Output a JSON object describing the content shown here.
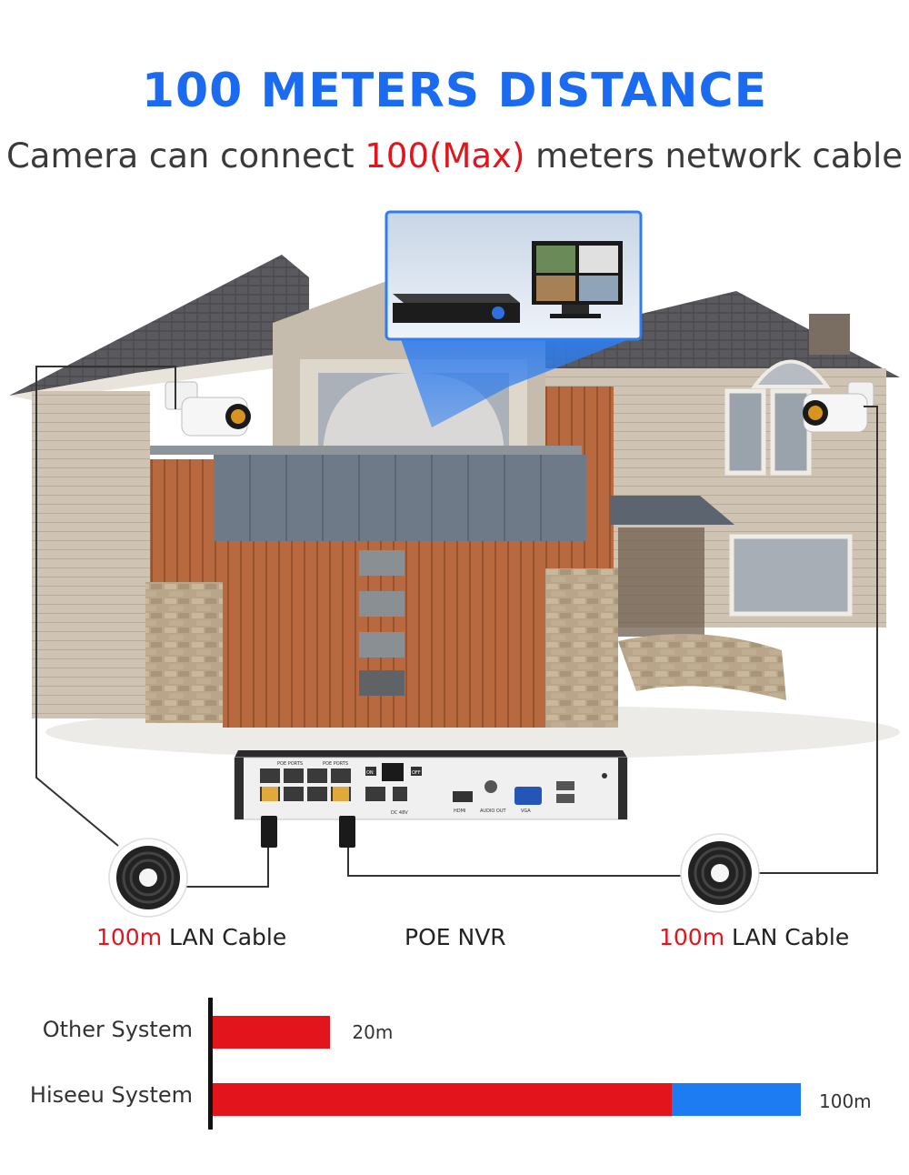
{
  "header": {
    "title": "100 METERS DISTANCE",
    "subtitle_pre": "Camera can connect ",
    "subtitle_highlight": "100(Max)",
    "subtitle_post": " meters network cable"
  },
  "colors": {
    "title_blue": "#1a6bf0",
    "accent_red": "#e3141b",
    "bar_blue": "#1e7cf2",
    "text_dark": "#222222"
  },
  "scene": {
    "nvr_front_labels": {
      "poe_ports_1": "POE PORTS",
      "poe_ports_2": "POE PORTS",
      "on": "ON",
      "off": "OFF",
      "hdmi": "HDMI",
      "audio_out": "AUDIO OUT",
      "vga": "VGA",
      "dc": "DC 48V"
    }
  },
  "labels": {
    "left_cable_value": "100m",
    "left_cable_text": " LAN Cable",
    "center_text": "POE NVR",
    "right_cable_value": "100m",
    "right_cable_text": " LAN Cable"
  },
  "comparison": {
    "axis_max": 100,
    "rows": [
      {
        "label": "Other System",
        "value": 20,
        "value_label": "20m",
        "segments": [
          {
            "color": "red",
            "fraction": 1.0
          }
        ]
      },
      {
        "label": "Hiseeu System",
        "value": 100,
        "value_label": "100m",
        "segments": [
          {
            "color": "red",
            "fraction": 0.78
          },
          {
            "color": "blue",
            "fraction": 0.22
          }
        ]
      }
    ]
  }
}
